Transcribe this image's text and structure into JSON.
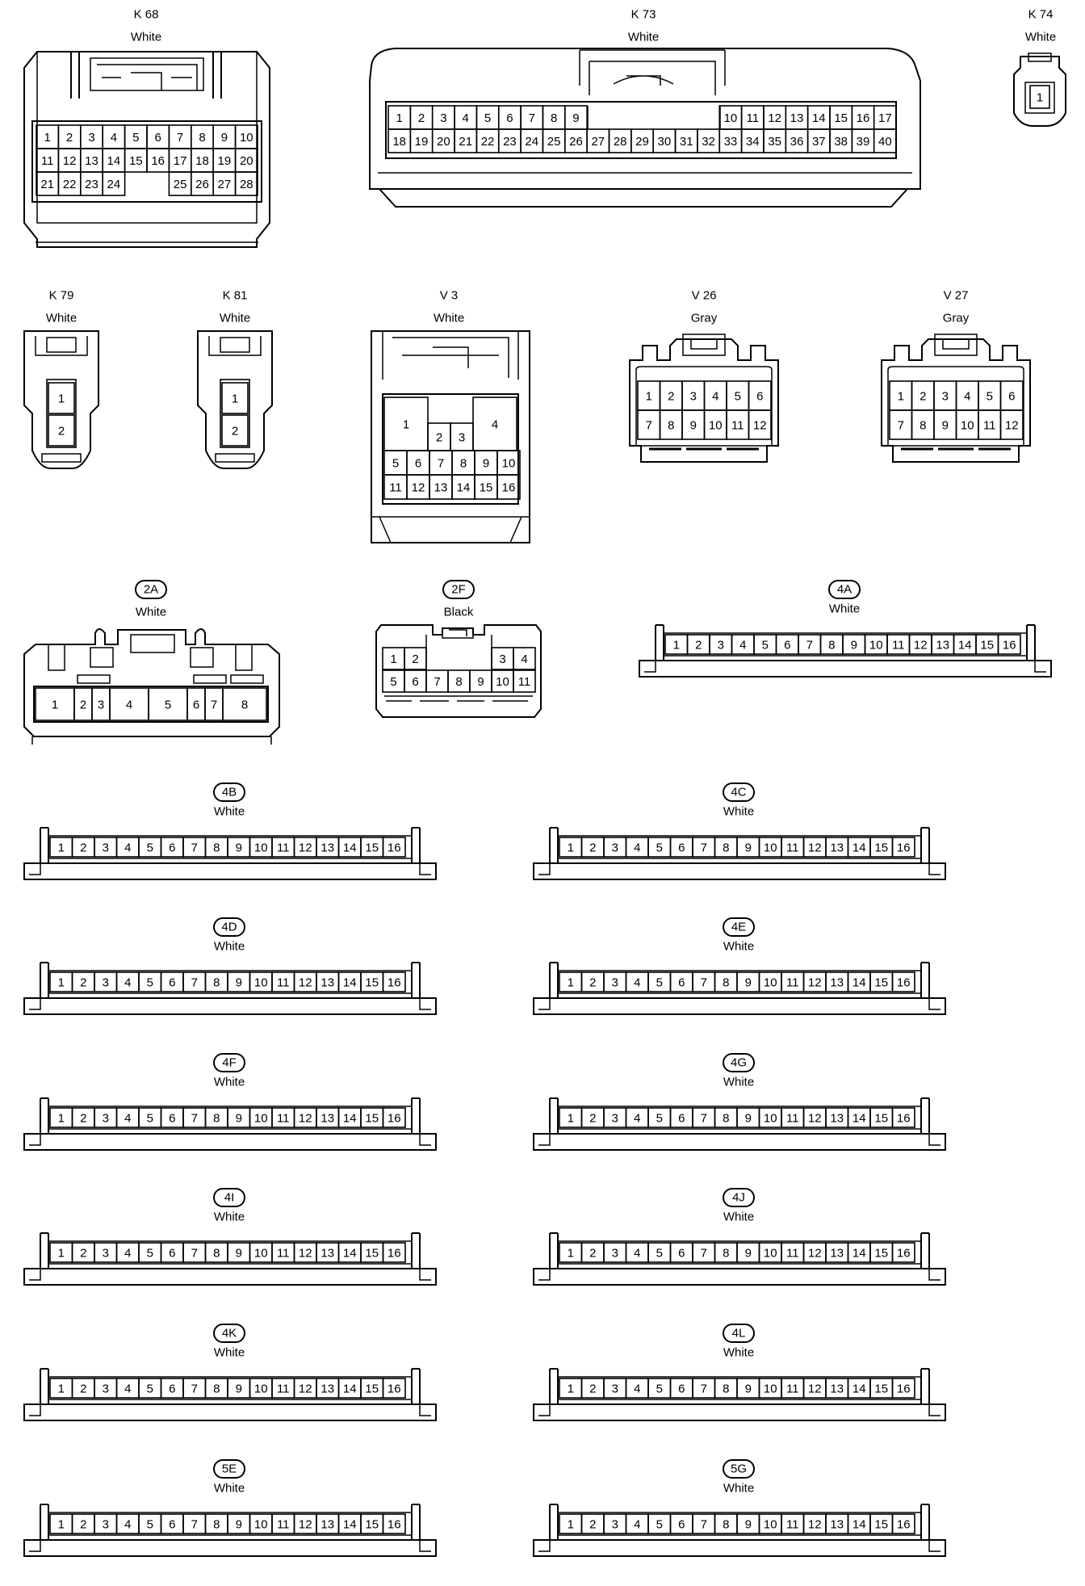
{
  "connectors": [
    {
      "id": "k68",
      "code": "K 68",
      "color": "White",
      "terminals": [
        [
          "1",
          "2",
          "3",
          "4",
          "5",
          "6",
          "7",
          "8",
          "9",
          "10"
        ],
        [
          "11",
          "12",
          "13",
          "14",
          "15",
          "16",
          "17",
          "18",
          "19",
          "20"
        ],
        [
          "21",
          "22",
          "23",
          "24",
          "",
          "",
          "25",
          "26",
          "27",
          "28"
        ]
      ]
    },
    {
      "id": "k73",
      "code": "K 73",
      "color": "White",
      "terminals": [
        [
          "1",
          "2",
          "3",
          "4",
          "5",
          "6",
          "7",
          "8",
          "9",
          "",
          "",
          "",
          "",
          "",
          "",
          "10",
          "11",
          "12",
          "13",
          "14",
          "15",
          "16",
          "17"
        ],
        [
          "18",
          "19",
          "20",
          "21",
          "22",
          "23",
          "24",
          "25",
          "26",
          "27",
          "28",
          "29",
          "30",
          "31",
          "32",
          "33",
          "34",
          "35",
          "36",
          "37",
          "38",
          "39",
          "40"
        ]
      ]
    },
    {
      "id": "k74",
      "code": "K 74",
      "color": "White",
      "terminals": [
        [
          "1"
        ]
      ]
    },
    {
      "id": "k79",
      "code": "K 79",
      "color": "White",
      "terminals": [
        [
          "1"
        ],
        [
          "2"
        ]
      ]
    },
    {
      "id": "k81",
      "code": "K 81",
      "color": "White",
      "terminals": [
        [
          "1"
        ],
        [
          "2"
        ]
      ]
    },
    {
      "id": "v3",
      "code": "V 3",
      "color": "White",
      "terminals": [
        [
          "1",
          "2",
          "3",
          "4"
        ],
        [
          "5",
          "6",
          "7",
          "8",
          "9",
          "10"
        ],
        [
          "11",
          "12",
          "13",
          "14",
          "15",
          "16"
        ]
      ]
    },
    {
      "id": "v26",
      "code": "V 26",
      "color": "Gray",
      "terminals": [
        [
          "1",
          "2",
          "3",
          "4",
          "5",
          "6"
        ],
        [
          "7",
          "8",
          "9",
          "10",
          "11",
          "12"
        ]
      ]
    },
    {
      "id": "v27",
      "code": "V 27",
      "color": "Gray",
      "terminals": [
        [
          "1",
          "2",
          "3",
          "4",
          "5",
          "6"
        ],
        [
          "7",
          "8",
          "9",
          "10",
          "11",
          "12"
        ]
      ]
    },
    {
      "id": "c2a",
      "code": "2A",
      "color": "White",
      "terminals": [
        [
          "1",
          "2",
          "3",
          "4",
          "5",
          "6",
          "7",
          "8"
        ]
      ]
    },
    {
      "id": "c2f",
      "code": "2F",
      "color": "Black",
      "terminals": [
        [
          "1",
          "2",
          "",
          "",
          "3",
          "4"
        ],
        [
          "5",
          "6",
          "7",
          "8",
          "9",
          "10",
          "11"
        ]
      ]
    },
    {
      "id": "c4a",
      "code": "4A",
      "color": "White",
      "terminals": [
        [
          "1",
          "2",
          "3",
          "4",
          "5",
          "6",
          "7",
          "8",
          "9",
          "10",
          "11",
          "12",
          "13",
          "14",
          "15",
          "16"
        ]
      ]
    },
    {
      "id": "c4b",
      "code": "4B",
      "color": "White",
      "terminals": [
        [
          "1",
          "2",
          "3",
          "4",
          "5",
          "6",
          "7",
          "8",
          "9",
          "10",
          "11",
          "12",
          "13",
          "14",
          "15",
          "16"
        ]
      ]
    },
    {
      "id": "c4c",
      "code": "4C",
      "color": "White",
      "terminals": [
        [
          "1",
          "2",
          "3",
          "4",
          "5",
          "6",
          "7",
          "8",
          "9",
          "10",
          "11",
          "12",
          "13",
          "14",
          "15",
          "16"
        ]
      ]
    },
    {
      "id": "c4d",
      "code": "4D",
      "color": "White",
      "terminals": [
        [
          "1",
          "2",
          "3",
          "4",
          "5",
          "6",
          "7",
          "8",
          "9",
          "10",
          "11",
          "12",
          "13",
          "14",
          "15",
          "16"
        ]
      ]
    },
    {
      "id": "c4e",
      "code": "4E",
      "color": "White",
      "terminals": [
        [
          "1",
          "2",
          "3",
          "4",
          "5",
          "6",
          "7",
          "8",
          "9",
          "10",
          "11",
          "12",
          "13",
          "14",
          "15",
          "16"
        ]
      ]
    },
    {
      "id": "c4f",
      "code": "4F",
      "color": "White",
      "terminals": [
        [
          "1",
          "2",
          "3",
          "4",
          "5",
          "6",
          "7",
          "8",
          "9",
          "10",
          "11",
          "12",
          "13",
          "14",
          "15",
          "16"
        ]
      ]
    },
    {
      "id": "c4g",
      "code": "4G",
      "color": "White",
      "terminals": [
        [
          "1",
          "2",
          "3",
          "4",
          "5",
          "6",
          "7",
          "8",
          "9",
          "10",
          "11",
          "12",
          "13",
          "14",
          "15",
          "16"
        ]
      ]
    },
    {
      "id": "c4i",
      "code": "4I",
      "color": "White",
      "terminals": [
        [
          "1",
          "2",
          "3",
          "4",
          "5",
          "6",
          "7",
          "8",
          "9",
          "10",
          "11",
          "12",
          "13",
          "14",
          "15",
          "16"
        ]
      ]
    },
    {
      "id": "c4j",
      "code": "4J",
      "color": "White",
      "terminals": [
        [
          "1",
          "2",
          "3",
          "4",
          "5",
          "6",
          "7",
          "8",
          "9",
          "10",
          "11",
          "12",
          "13",
          "14",
          "15",
          "16"
        ]
      ]
    },
    {
      "id": "c4k",
      "code": "4K",
      "color": "White",
      "terminals": [
        [
          "1",
          "2",
          "3",
          "4",
          "5",
          "6",
          "7",
          "8",
          "9",
          "10",
          "11",
          "12",
          "13",
          "14",
          "15",
          "16"
        ]
      ]
    },
    {
      "id": "c4l",
      "code": "4L",
      "color": "White",
      "terminals": [
        [
          "1",
          "2",
          "3",
          "4",
          "5",
          "6",
          "7",
          "8",
          "9",
          "10",
          "11",
          "12",
          "13",
          "14",
          "15",
          "16"
        ]
      ]
    },
    {
      "id": "c5e",
      "code": "5E",
      "color": "White",
      "terminals": [
        [
          "1",
          "2",
          "3",
          "4",
          "5",
          "6",
          "7",
          "8",
          "9",
          "10",
          "11",
          "12",
          "13",
          "14",
          "15",
          "16"
        ]
      ]
    },
    {
      "id": "c5g",
      "code": "5G",
      "color": "White",
      "terminals": [
        [
          "1",
          "2",
          "3",
          "4",
          "5",
          "6",
          "7",
          "8",
          "9",
          "10",
          "11",
          "12",
          "13",
          "14",
          "15",
          "16"
        ]
      ]
    }
  ]
}
